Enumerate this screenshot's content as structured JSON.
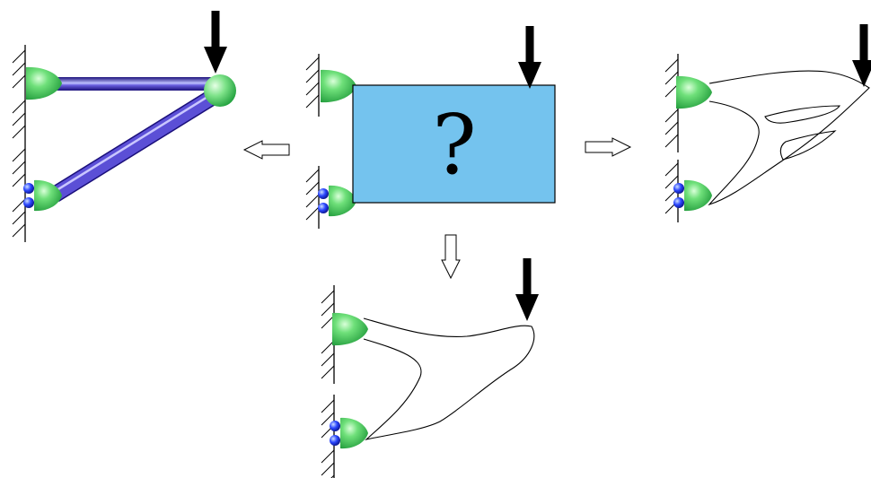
{
  "diagram": {
    "center_problem": {
      "symbol": "?",
      "fill_color": "#74C3EE",
      "stroke_color": "#000000"
    },
    "colors": {
      "support_green": "#2fbf4a",
      "roller_blue": "#1e2fd0",
      "truss_blue": "#3a2ab8",
      "load_arrow": "#000000",
      "outline": "#000000"
    },
    "results": [
      {
        "id": "truss",
        "direction": "left"
      },
      {
        "id": "topology-shape",
        "direction": "right"
      },
      {
        "id": "shape-optimized",
        "direction": "down"
      }
    ],
    "icons": [
      "load-arrow-icon",
      "fixed-support-icon",
      "roller-support-icon",
      "hollow-arrow-icon"
    ]
  }
}
